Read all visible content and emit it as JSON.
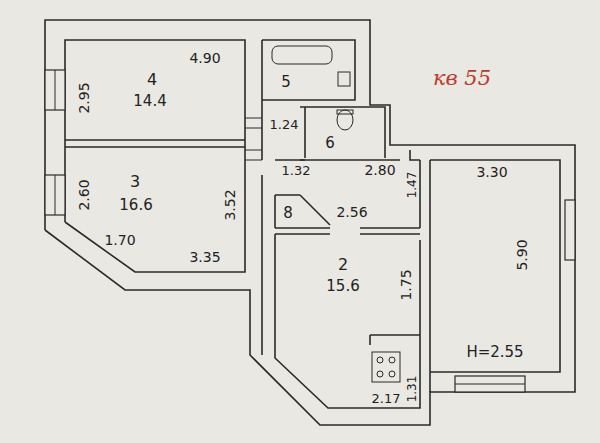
{
  "diagram": {
    "labels": [
      "4.90",
      "кв 55",
      "4",
      "14.4",
      "2.95",
      "5",
      "1.24",
      "6",
      "1.32",
      "2.80",
      "1.47",
      "3.30",
      "3",
      "16.6",
      "2.60",
      "3.52",
      "8",
      "2.56",
      "1.70",
      "3.35",
      "2",
      "15.6",
      "1.75",
      "5.90",
      "H=2.55",
      "2.17",
      "1.31"
    ]
  }
}
